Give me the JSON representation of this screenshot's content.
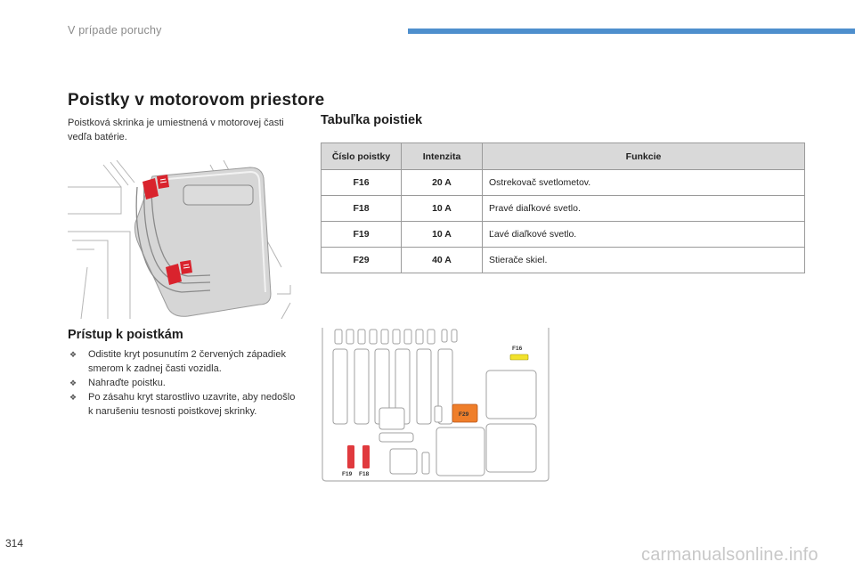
{
  "header": {
    "section": "V prípade poruchy",
    "accent_color": "#4e8fcd"
  },
  "title": "Poistky v motorovom priestore",
  "intro": "Poistková skrinka je umiestnená v motorovej časti vedľa batérie.",
  "access": {
    "title": "Prístup k poistkám",
    "steps": [
      "Odistite kryt posunutím 2 červených západiek smerom k zadnej časti vozidla.",
      "Nahraďte poistku.",
      "Po zásahu kryt starostlivo uzavrite, aby nedošlo k narušeniu tesnosti poistkovej skrinky."
    ]
  },
  "table": {
    "title": "Tabuľka poistiek",
    "headers": [
      "Číslo poistky",
      "Intenzita",
      "Funkcie"
    ],
    "rows": [
      [
        "F16",
        "20 A",
        "Ostrekovač svetlometov."
      ],
      [
        "F18",
        "10 A",
        "Pravé diaľkové svetlo."
      ],
      [
        "F19",
        "10 A",
        "Ľavé diaľkové svetlo."
      ],
      [
        "F29",
        "40 A",
        "Stierače skiel."
      ]
    ]
  },
  "diagram": {
    "labels": {
      "f16": "F16",
      "f29": "F29",
      "f19": "F19",
      "f18": "F18"
    },
    "colors": {
      "f16": "#f2e22c",
      "f29": "#ef7e2a",
      "f19_f18": "#e03a3e",
      "latch": "#d9232d"
    }
  },
  "footer": {
    "page_number": "314",
    "watermark": "carmanualsonline.info"
  }
}
